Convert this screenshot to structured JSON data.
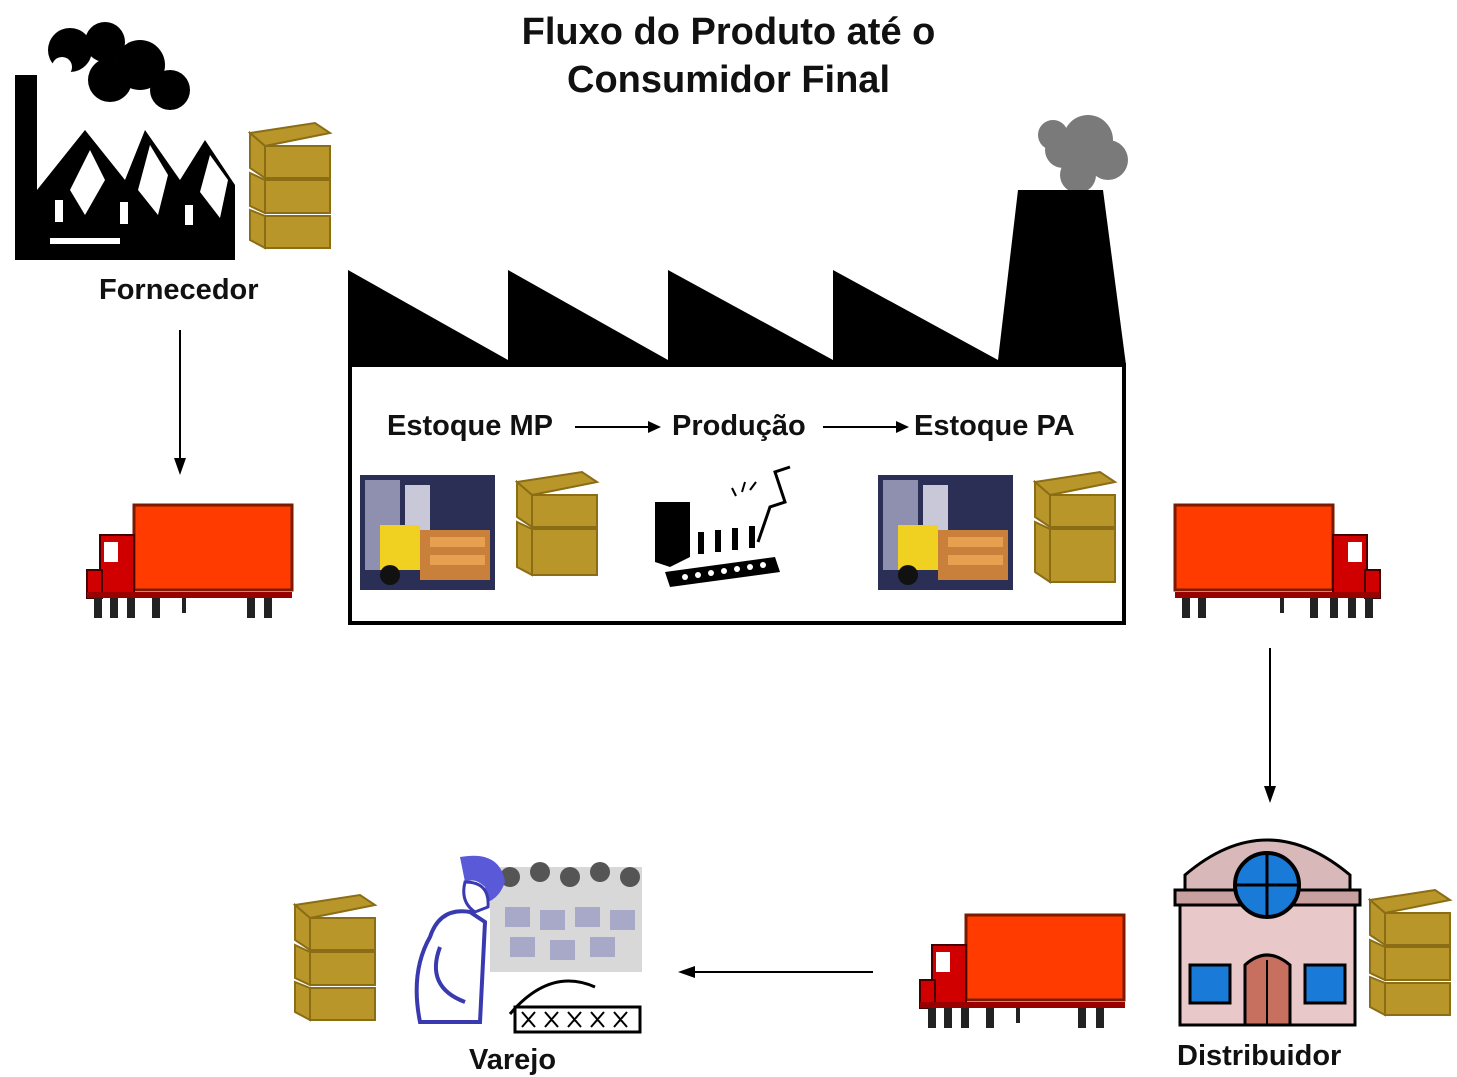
{
  "title": {
    "line1": "Fluxo do Produto até o",
    "line2": "Consumidor Final"
  },
  "nodes": {
    "fornecedor": "Fornecedor",
    "estoque_mp": "Estoque MP",
    "producao": "Produção",
    "estoque_pa": "Estoque PA",
    "distribuidor": "Distribuidor",
    "varejo": "Varejo"
  },
  "colors": {
    "truck_body": "#ff3b00",
    "box": "#b8962a",
    "factory": "#000000",
    "smoke": "#7a7a7a",
    "store_wall": "#e8c8c8",
    "window": "#1a7ad8"
  }
}
